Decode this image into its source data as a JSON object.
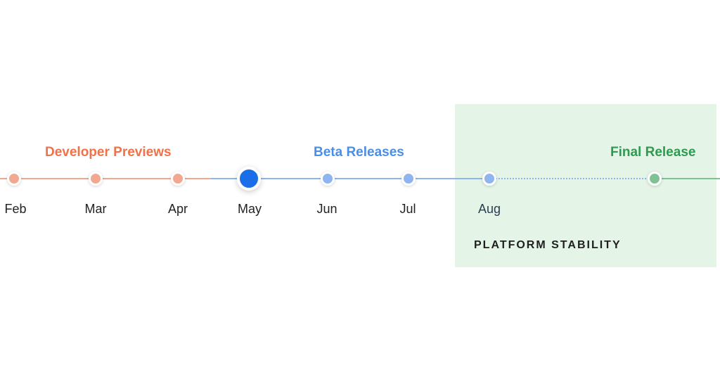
{
  "phases": {
    "developer_previews": "Developer Previews",
    "beta_releases": "Beta Releases",
    "final_release": "Final Release"
  },
  "platform_stability": "PLATFORM STABILITY",
  "months": [
    "Feb",
    "Mar",
    "Apr",
    "May",
    "Jun",
    "Jul",
    "Aug"
  ],
  "current_month": "May",
  "colors": {
    "developer_previews": "#f0724a",
    "beta_releases": "#4a8ee6",
    "final_release": "#2e9a4f",
    "current_milestone": "#1a6fe8",
    "stability_background": "#e4f5e8"
  }
}
